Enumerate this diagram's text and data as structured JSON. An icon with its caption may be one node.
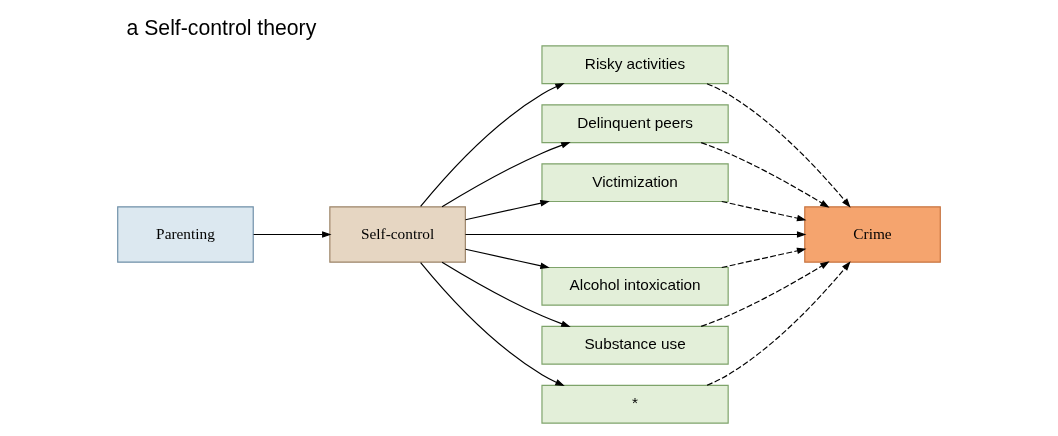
{
  "diagram": {
    "title": "a Self-control theory",
    "nodes": [
      {
        "text": [
          "Parenting"
        ]
      },
      {
        "text": [
          "Self-control"
        ]
      },
      {
        "text": [
          "Risky activities"
        ]
      },
      {
        "text": [
          "Delinquent peers"
        ]
      },
      {
        "text": [
          "Victimization"
        ]
      },
      {
        "text": [
          "Crime"
        ]
      },
      {
        "text": [
          "Alcohol intoxication"
        ]
      },
      {
        "text": [
          "Substance use"
        ]
      },
      {
        "text": [
          "*"
        ]
      }
    ],
    "edges": [
      {
        "from": 0,
        "to": 1,
        "arrow": "to"
      },
      {
        "from": 1,
        "to": 2,
        "arrow": "to"
      },
      {
        "from": 1,
        "to": 3,
        "arrow": "to"
      },
      {
        "from": 1,
        "to": 4,
        "arrow": "to"
      },
      {
        "from": 1,
        "to": 5,
        "arrow": "to"
      },
      {
        "from": 1,
        "to": 6,
        "arrow": "to"
      },
      {
        "from": 1,
        "to": 7,
        "arrow": "to"
      },
      {
        "from": 1,
        "to": 8,
        "arrow": "to"
      },
      {
        "from": 2,
        "to": 5,
        "arrow": "to",
        "style": "dashed"
      },
      {
        "from": 3,
        "to": 5,
        "arrow": "to",
        "style": "dashed"
      },
      {
        "from": 4,
        "to": 5,
        "arrow": "to",
        "style": "dashed"
      },
      {
        "from": 6,
        "to": 5,
        "arrow": "to",
        "style": "dashed"
      },
      {
        "from": 7,
        "to": 5,
        "arrow": "to",
        "style": "dashed"
      },
      {
        "from": 8,
        "to": 5,
        "arrow": "to",
        "style": "dashed"
      }
    ]
  }
}
